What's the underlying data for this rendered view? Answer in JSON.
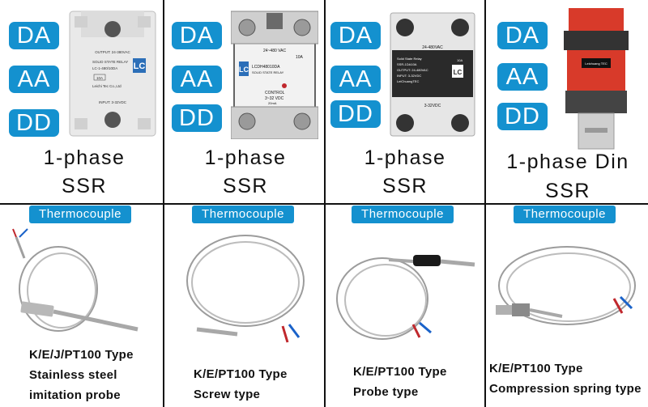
{
  "relay_types": [
    "DA",
    "AA",
    "DD"
  ],
  "products": [
    {
      "caption_line1": "1-phase",
      "caption_line2": "SSR",
      "relay_text": [
        "OUTPUT: 24-380VAC",
        "SOLID STATE RELAY",
        "LC-1-480/10DA",
        "10A",
        "Leichi Tec Co.,Ltd",
        "INPUT: 3-32VDC"
      ]
    },
    {
      "caption_line1": "1-phase",
      "caption_line2": "SSR",
      "relay_text": [
        "24~480 VAC",
        "10A",
        "LCDH48010DA",
        "SOLID STATE RELAY",
        "CONTROL",
        "3~32 VDC",
        "20mA"
      ]
    },
    {
      "caption_line1": "1-phase",
      "caption_line2": "SSR",
      "relay_text": [
        "24-480VAC",
        "Solid State Relay",
        "SSR-1DA10A",
        "OUTPUT: 24-480VAC",
        "INPUT: 3-32VDC",
        "LeiChuangTEC",
        "3-32VDC",
        "10A"
      ]
    },
    {
      "caption_line1": "1-phase Din",
      "caption_line2": "SSR",
      "relay_text": [
        "Leichuang TEC"
      ]
    }
  ],
  "thermocouples": [
    {
      "tag": "Thermocouple",
      "lines": [
        "K/E/J/PT100 Type",
        "Stainless steel",
        "imitation probe"
      ]
    },
    {
      "tag": "Thermocouple",
      "lines": [
        "K/E/PT100 Type",
        "Screw type"
      ]
    },
    {
      "tag": "Thermocouple",
      "lines": [
        "K/E/PT100 Type",
        "Probe type"
      ]
    },
    {
      "tag": "Thermocouple",
      "lines": [
        "K/E/PT100 Type",
        "Compression spring type"
      ]
    }
  ],
  "colors": {
    "badge": "#1491cf",
    "grid": "#111111",
    "relay_body": "#e9e9e9",
    "din_red": "#d83a2a",
    "logo": "#2c6fb8"
  },
  "icons": [
    "single-phase-ssr-relay",
    "din-rail-ssr-relay",
    "thermocouple-probe",
    "screw-thermocouple",
    "spring-thermocouple"
  ]
}
